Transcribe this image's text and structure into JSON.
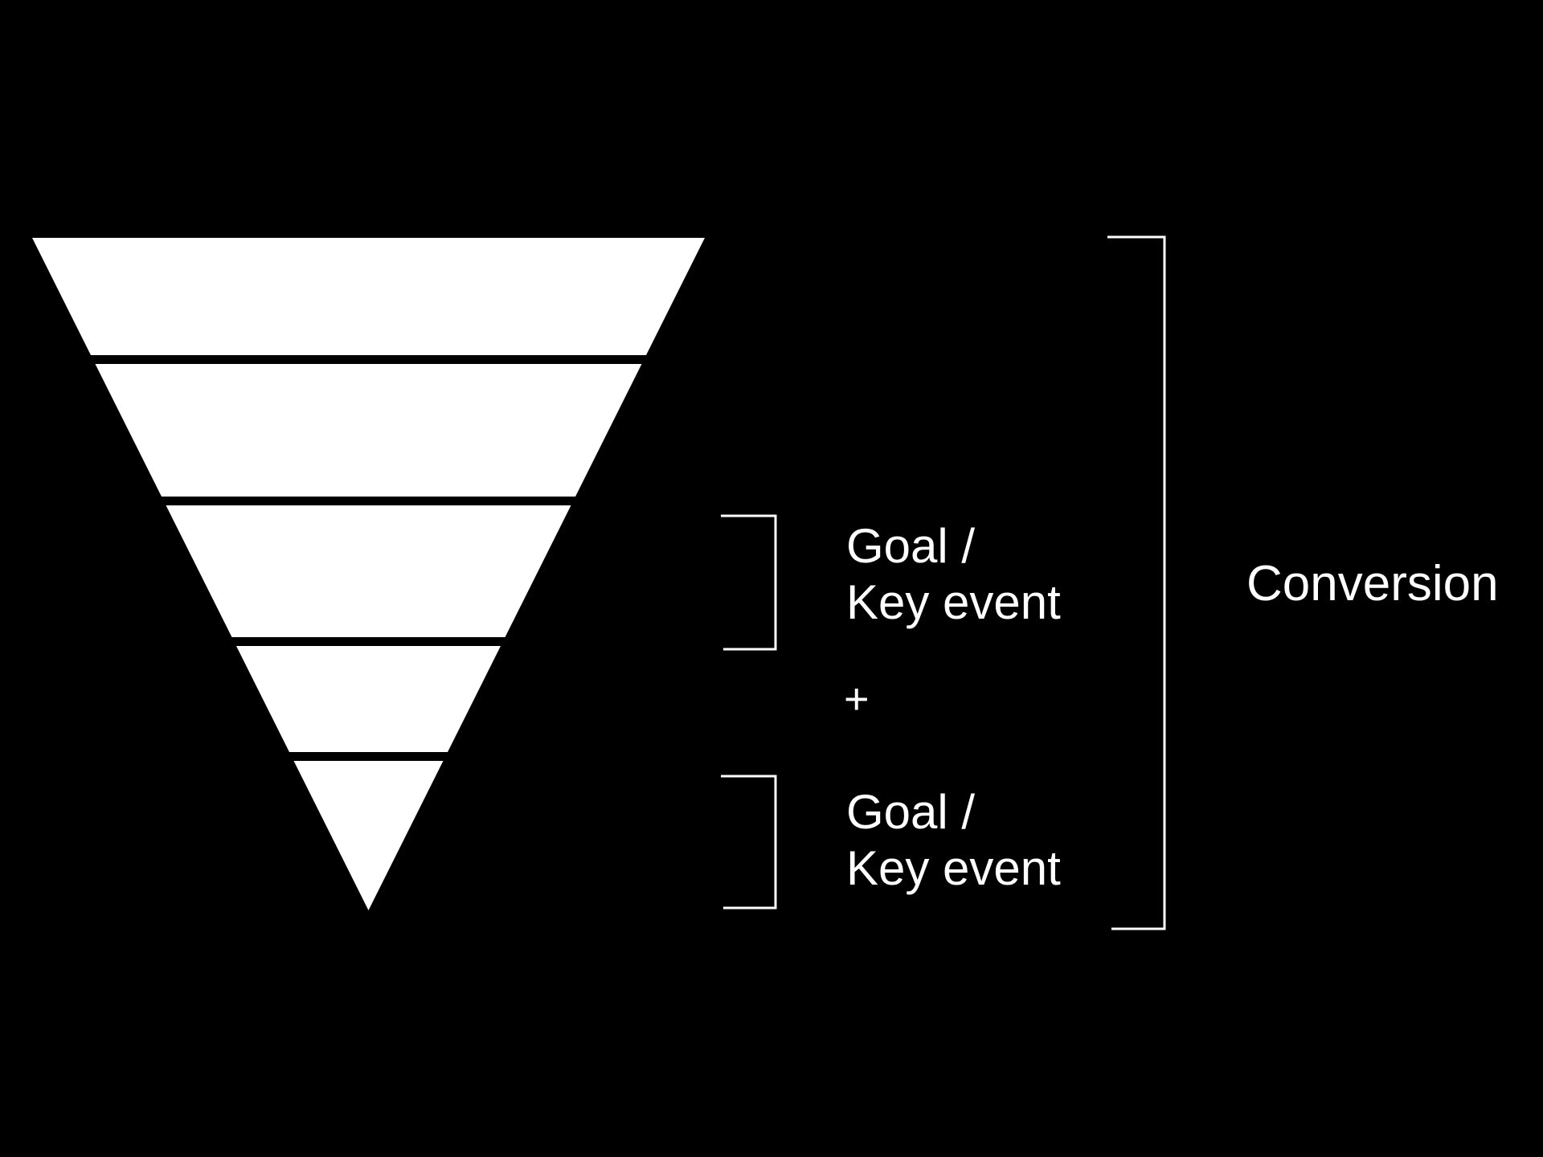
{
  "diagram": {
    "funnel_tiers": 5,
    "colors": {
      "background": "#000000",
      "foreground": "#ffffff"
    },
    "goal_top": {
      "line1": "Goal /",
      "line2": "Key event"
    },
    "plus_sign": "+",
    "goal_bottom": {
      "line1": "Goal /",
      "line2": "Key event"
    },
    "conversion_label": "Conversion"
  }
}
